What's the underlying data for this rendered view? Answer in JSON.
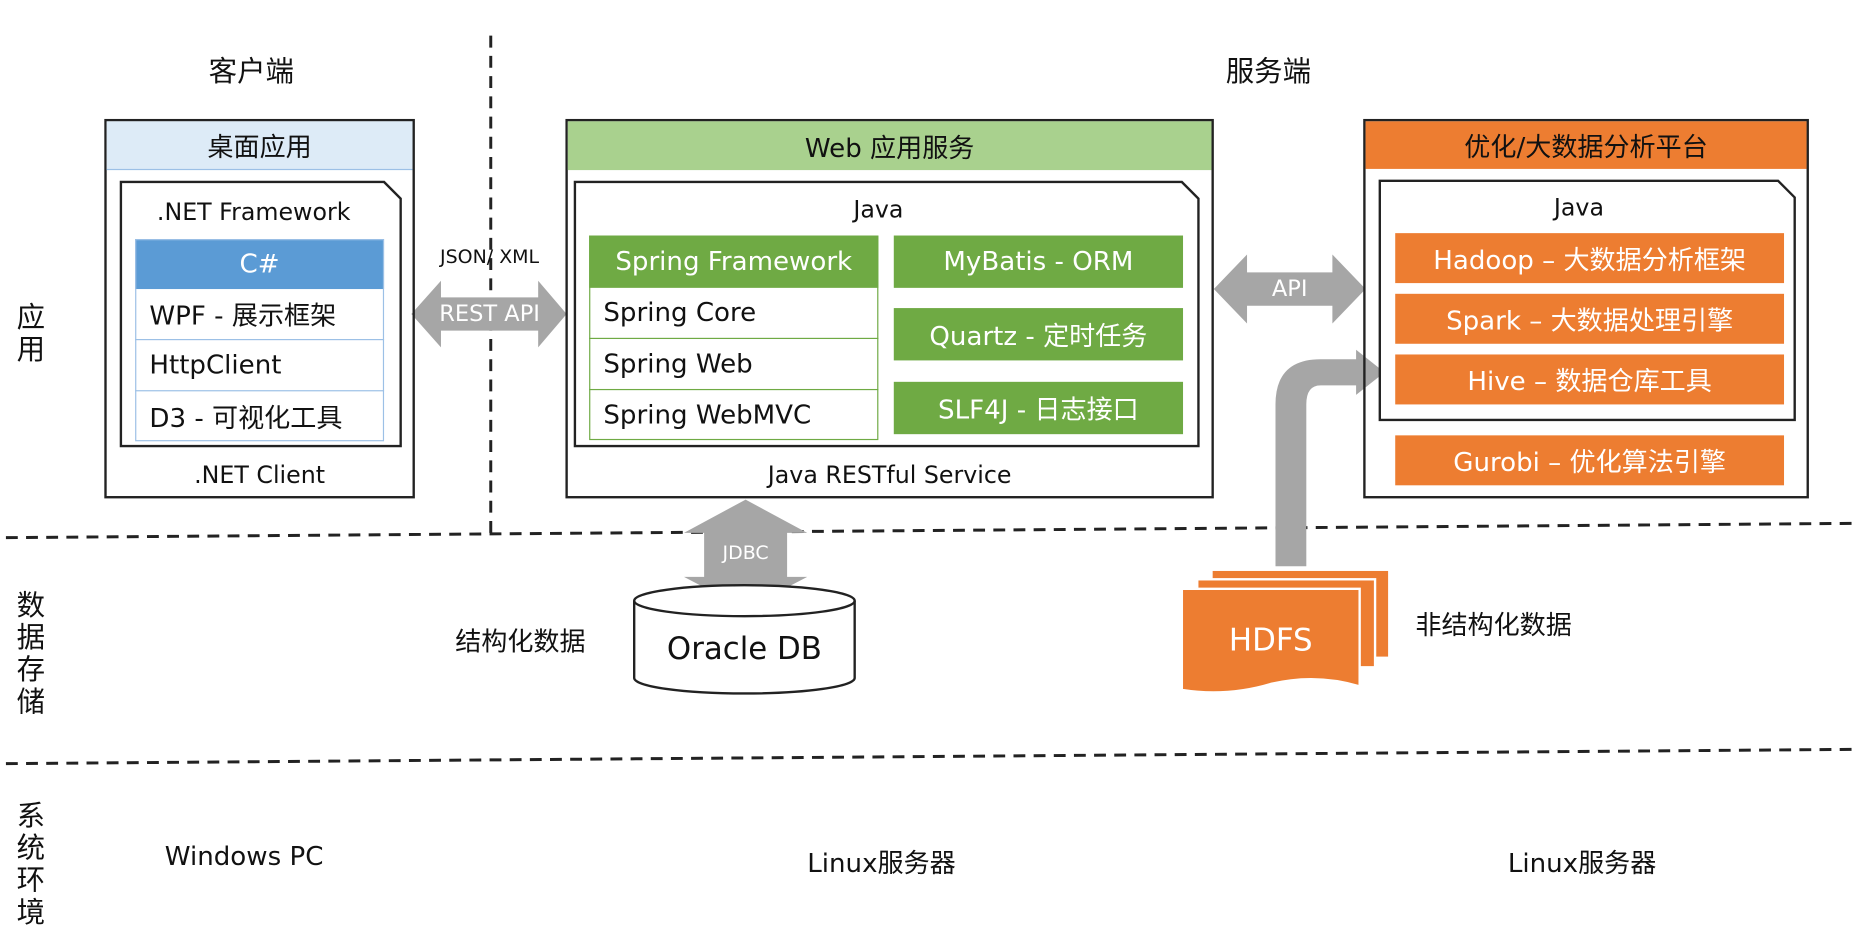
{
  "headers": {
    "client": "客户端",
    "server": "服务端"
  },
  "layers": {
    "app": "应用",
    "storage": "数据存储",
    "system": "系统环境"
  },
  "client": {
    "title": "桌面应用",
    "framework": ".NET Framework",
    "items": [
      "C#",
      "WPF - 展示框架",
      "HttpClient",
      "D3 - 可视化工具"
    ],
    "footer": ".NET Client"
  },
  "rest": {
    "format": "JSON/ XML",
    "label": "REST API"
  },
  "web": {
    "title": "Web 应用服务",
    "lang": "Java",
    "spring": [
      "Spring Framework",
      "Spring Core",
      "Spring Web",
      "Spring WebMVC"
    ],
    "libs": [
      "MyBatis - ORM",
      "Quartz - 定时任务",
      "SLF4J - 日志接口"
    ],
    "footer": "Java RESTful Service"
  },
  "api": {
    "label": "API"
  },
  "bigdata": {
    "title": "优化/大数据分析平台",
    "lang": "Java",
    "items": [
      "Hadoop – 大数据分析框架",
      "Spark – 大数据处理引擎",
      "Hive – 数据仓库工具"
    ],
    "gurobi": "Gurobi – 优化算法引擎"
  },
  "storage": {
    "jdbc": "JDBC",
    "structured": "结构化数据",
    "oracle": "Oracle DB",
    "hdfs": "HDFS",
    "unstructured": "非结构化数据"
  },
  "system": {
    "win": "Windows PC",
    "linux1": "Linux服务器",
    "linux2": "Linux服务器"
  },
  "colors": {
    "client_header": "#ddebf7",
    "csharp": "#5b9bd5",
    "web_header": "#a9d18e",
    "green": "#6faa44",
    "orange": "#ed7d31",
    "arrow": "#a6a6a6"
  }
}
